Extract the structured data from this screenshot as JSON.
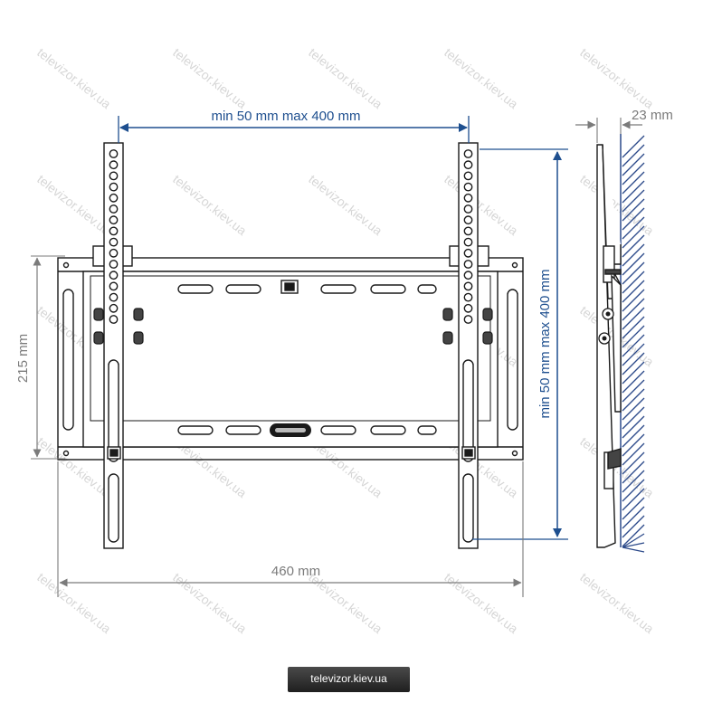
{
  "dimensions": {
    "top_span": "min 50 mm max 400 mm",
    "right_span": "min 50 mm max 400 mm",
    "left_height": "215 mm",
    "bottom_width": "460 mm",
    "wall_gap": "23 mm"
  },
  "watermark": "televizor.kiev.ua",
  "footer_badge": "televizor.kiev.ua",
  "colors": {
    "dimension_blue": "#1e4f8f",
    "dimension_gray": "#7b7b7b",
    "line_black": "#1a1a1a",
    "hatch_blue": "#2c4a8a"
  }
}
